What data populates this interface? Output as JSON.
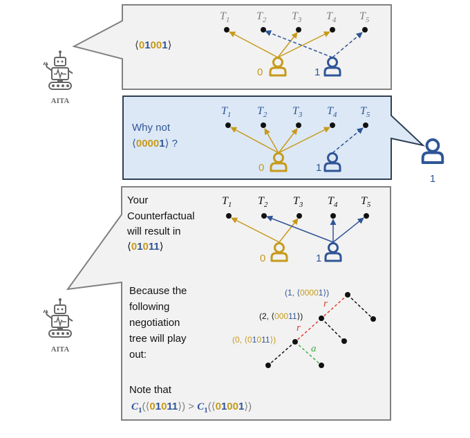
{
  "robot_label_top": "AITA",
  "robot_label_bottom": "AITA",
  "user_label": "1",
  "colors": {
    "gold": "#c79a1a",
    "blue": "#2f5597",
    "grey_text": "#7f7f7f",
    "panel_bg": "#f2f2f2",
    "panel_highlight_bg": "#dce8f5",
    "red_dash": "#e03a2f",
    "green_dash": "#3fae49"
  },
  "tasks": [
    "T1",
    "T2",
    "T3",
    "T4",
    "T5"
  ],
  "panel1": {
    "message_open": "⟨",
    "message_digits": [
      "0",
      "1",
      "0",
      "0",
      "1"
    ],
    "message_close": "⟩",
    "agent0": "0",
    "agent1": "1"
  },
  "panel2": {
    "line1": "Why not",
    "message_open": "⟨",
    "message_digits": [
      "0",
      "0",
      "0",
      "0",
      "1"
    ],
    "message_close": "⟩ ?",
    "agent0": "0",
    "agent1": "1"
  },
  "panel3": {
    "line1": "Your",
    "line2": "Counterfactual",
    "line3": "will result in",
    "message_open": "⟨",
    "message_digits": [
      "0",
      "1",
      "0",
      "1",
      "1"
    ],
    "message_close": "⟩",
    "agent0": "0",
    "agent1": "1",
    "because1": "Because the",
    "because2": "following",
    "because3": "negotiation",
    "because4": "tree will play",
    "because5": "out:",
    "node1_open": "(1, ⟨",
    "node1_digits": [
      "0",
      "0",
      "0",
      "0",
      "1"
    ],
    "node1_close": "⟩)",
    "node2_open": "(2, ⟨",
    "node2_digits": [
      "0",
      "0",
      "0",
      "1",
      "1"
    ],
    "node2_close": "⟩)",
    "node3_open": "(0, ⟨",
    "node3_digits": [
      "0",
      "1",
      "0",
      "1",
      "1"
    ],
    "node3_close": "⟩)",
    "edge_r1": "r",
    "edge_r2": "r",
    "edge_a": "a",
    "note1": "Note that",
    "note_c1": "C",
    "note_sub": "1",
    "note_open1": "(⟨",
    "note_digits1": [
      "0",
      "1",
      "0",
      "1",
      "1"
    ],
    "note_close1": "⟩) > ",
    "note_c2": "C",
    "note_sub2": "1",
    "note_open2": "(⟨",
    "note_digits2": [
      "0",
      "1",
      "0",
      "0",
      "1"
    ],
    "note_close2": "⟩)"
  }
}
